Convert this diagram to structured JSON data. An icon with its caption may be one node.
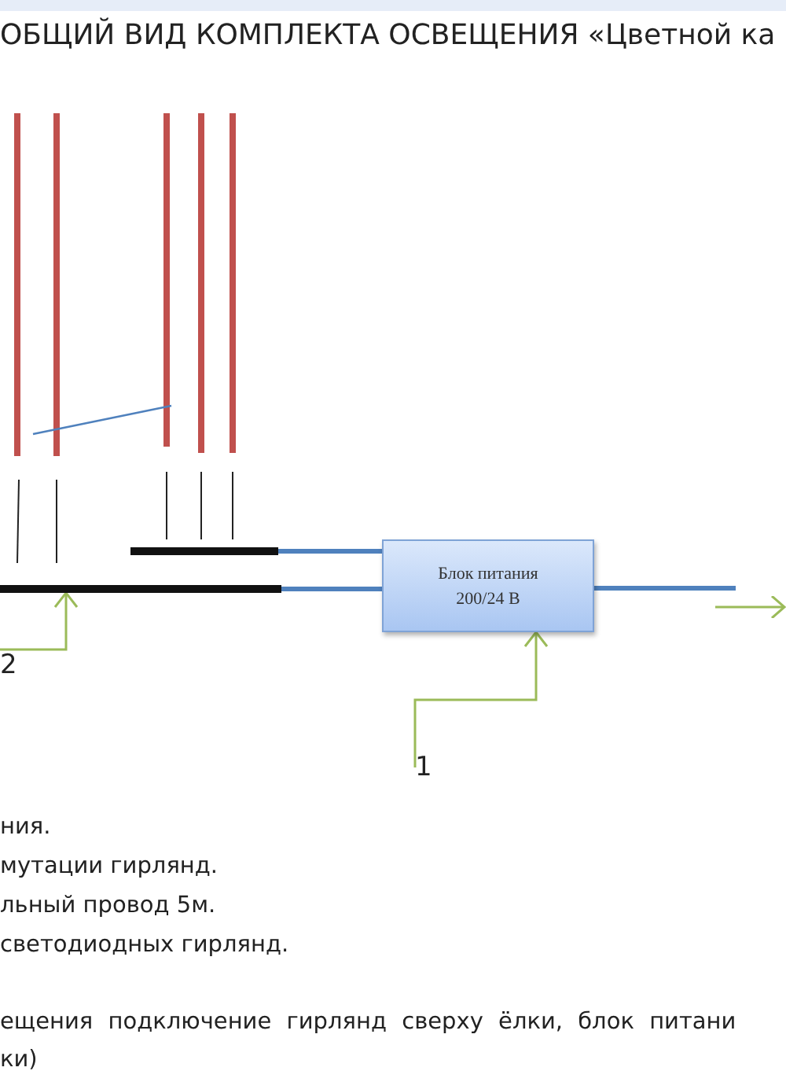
{
  "diagram": {
    "title": "ОБЩИЙ ВИД КОМПЛЕКТА ОСВЕЩЕНИЯ «Цветной ка",
    "nodes": [
      {
        "text": [
          "Блок питания",
          "200/24 В"
        ]
      },
      {
        "text": [
          "1"
        ]
      },
      {
        "text": [
          "2"
        ]
      },
      {
        "text": [],
        "shape": "bar"
      },
      {
        "text": [],
        "shape": "bar"
      }
    ],
    "edges": [
      {
        "from": 1,
        "to": 0,
        "arrow": "to",
        "color": "#9bbb59"
      },
      {
        "from": 2,
        "to": 4,
        "arrow": "to",
        "color": "#9bbb59"
      },
      {
        "from": 3,
        "to": 0,
        "arrow": "none"
      },
      {
        "from": 4,
        "to": 0,
        "arrow": "none"
      },
      {
        "from": 0,
        "to": null,
        "arrow": "none"
      }
    ],
    "labels": [
      "ния.",
      "мутации гирлянд.",
      "льный провод 5м.",
      "светодиодных гирлянд.",
      "ещения подключение гирлянд сверху ёлки, блок питани",
      "ки)"
    ]
  }
}
